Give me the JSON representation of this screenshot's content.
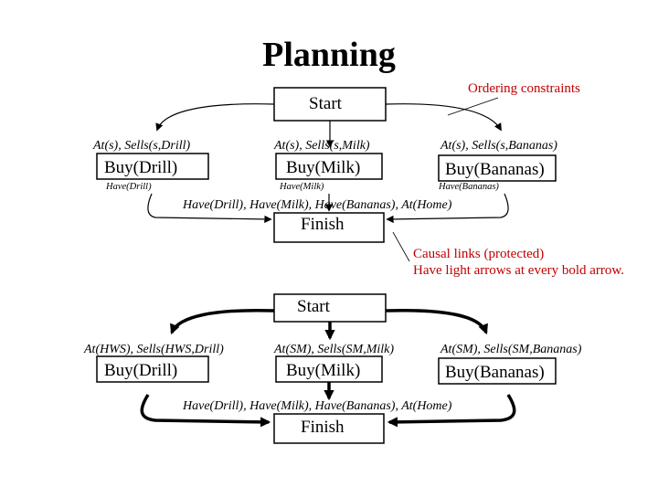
{
  "title": "Planning",
  "annotations": {
    "ordering": "Ordering constraints",
    "causal_line1": "Causal links (protected)",
    "causal_line2": "Have light arrows at every bold arrow."
  },
  "top_plan": {
    "start": "Start",
    "finish": "Finish",
    "preconds": [
      "At(s), Sells(s,Drill)",
      "At(s), Sells(s,Milk)",
      "At(s), Sells(s,Bananas)"
    ],
    "actions": [
      "Buy(Drill)",
      "Buy(Milk)",
      "Buy(Bananas)"
    ],
    "effects": [
      "Have(Drill)",
      "Have(Milk)",
      "Have(Bananas)"
    ],
    "goal": "Have(Drill), Have(Milk), Have(Bananas), At(Home)"
  },
  "bottom_plan": {
    "start": "Start",
    "finish": "Finish",
    "preconds": [
      "At(HWS), Sells(HWS,Drill)",
      "At(SM), Sells(SM,Milk)",
      "At(SM), Sells(SM,Bananas)"
    ],
    "actions": [
      "Buy(Drill)",
      "Buy(Milk)",
      "Buy(Bananas)"
    ],
    "goal": "Have(Drill), Have(Milk), Have(Bananas), At(Home)"
  },
  "colors": {
    "annotation": "#c00000",
    "ink": "#000000",
    "background": "#ffffff"
  }
}
